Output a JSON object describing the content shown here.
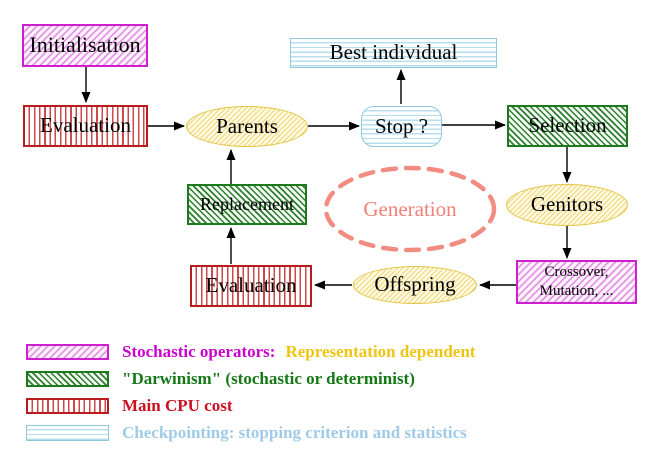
{
  "diagram": {
    "nodes": {
      "initialisation": {
        "label": "Initialisation",
        "style": "magenta-diagonal-hatch"
      },
      "evaluation_top": {
        "label": "Evaluation",
        "style": "red-vertical-stripes"
      },
      "parents": {
        "label": "Parents",
        "style": "yellow-hatch-ellipse"
      },
      "stop": {
        "label": "Stop ?",
        "style": "cyan-horizontal-stripes-rounded"
      },
      "best_individual": {
        "label": "Best individual",
        "style": "cyan-horizontal-stripes"
      },
      "selection": {
        "label": "Selection",
        "style": "green-diagonal-hatch"
      },
      "genitors": {
        "label": "Genitors",
        "style": "yellow-hatch-ellipse"
      },
      "crossover_mutation": {
        "line1": "Crossover,",
        "line2": "Mutation, ...",
        "style": "magenta-diagonal-hatch"
      },
      "offspring": {
        "label": "Offspring",
        "style": "yellow-hatch-ellipse"
      },
      "evaluation_bottom": {
        "label": "Evaluation",
        "style": "red-vertical-stripes"
      },
      "replacement": {
        "label": "Replacement",
        "style": "green-diagonal-hatch"
      },
      "generation": {
        "label": "Generation",
        "style": "salmon-dashed-ellipse"
      }
    },
    "flow": [
      "Initialisation -> Evaluation",
      "Evaluation -> Parents",
      "Parents -> Stop ?",
      "Stop ? -> Best individual",
      "Stop ? -> Selection",
      "Selection -> Genitors",
      "Genitors -> Crossover, Mutation, ...",
      "Crossover, Mutation, ... -> Offspring",
      "Offspring -> Evaluation",
      "Evaluation -> Replacement",
      "Replacement -> Parents"
    ]
  },
  "legend": {
    "items": [
      {
        "swatch": "magenta-diagonal-hatch",
        "text": "Stochastic operators:",
        "text2": "Representation dependent",
        "color": "#cc00cc",
        "color2": "#f0c413"
      },
      {
        "swatch": "green-diagonal-hatch",
        "text": "\"Darwinism\" (stochastic or determinist)",
        "color": "#157815"
      },
      {
        "swatch": "red-vertical-stripes",
        "text": "Main CPU cost",
        "color": "#cc1122"
      },
      {
        "swatch": "cyan-horizontal-stripes",
        "text": "Checkpointing: stopping criterion and statistics",
        "color": "#9fcbe9"
      }
    ]
  },
  "colors": {
    "magenta_border": "#cf1fcf",
    "green_border": "#1c7a1c",
    "red_border": "#b91c1c",
    "cyan_border": "#8fc9dd",
    "yellow_border": "#e3c443",
    "salmon_dashed": "#f28b80",
    "arrow": "#000000"
  }
}
